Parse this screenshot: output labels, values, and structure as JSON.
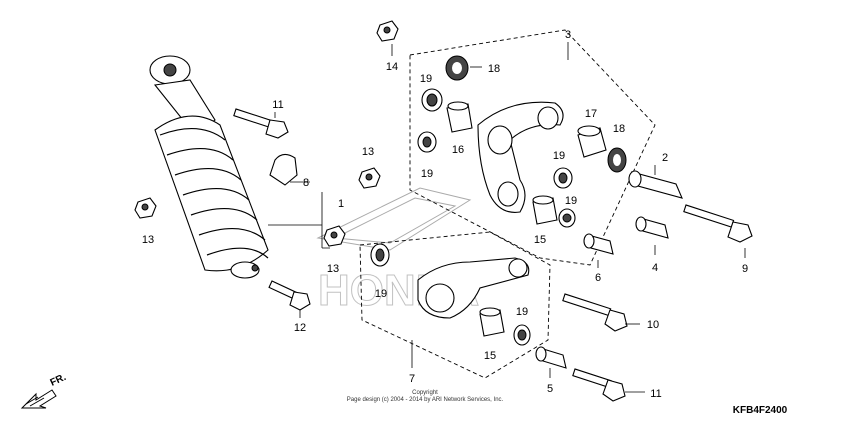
{
  "diagram": {
    "labels": {
      "l1": "1",
      "l2": "2",
      "l3": "3",
      "l4": "4",
      "l5": "5",
      "l6": "6",
      "l7": "7",
      "l8": "8",
      "l9": "9",
      "l10": "10",
      "l11a": "11",
      "l11b": "11",
      "l12": "12",
      "l13a": "13",
      "l13b": "13",
      "l13c": "13",
      "l14": "14",
      "l15a": "15",
      "l15b": "15",
      "l16": "16",
      "l17": "17",
      "l18a": "18",
      "l18b": "18",
      "l19a": "19",
      "l19b": "19",
      "l19c": "19",
      "l19d": "19",
      "l19e": "19",
      "l19f": "19"
    },
    "watermark": "HONDA",
    "direction_label": "FR.",
    "copyright_line1": "Copyright",
    "copyright_line2": "Page design (c) 2004 - 2014 by ARI Network Services, Inc.",
    "diagram_code": "KFB4F2400"
  }
}
